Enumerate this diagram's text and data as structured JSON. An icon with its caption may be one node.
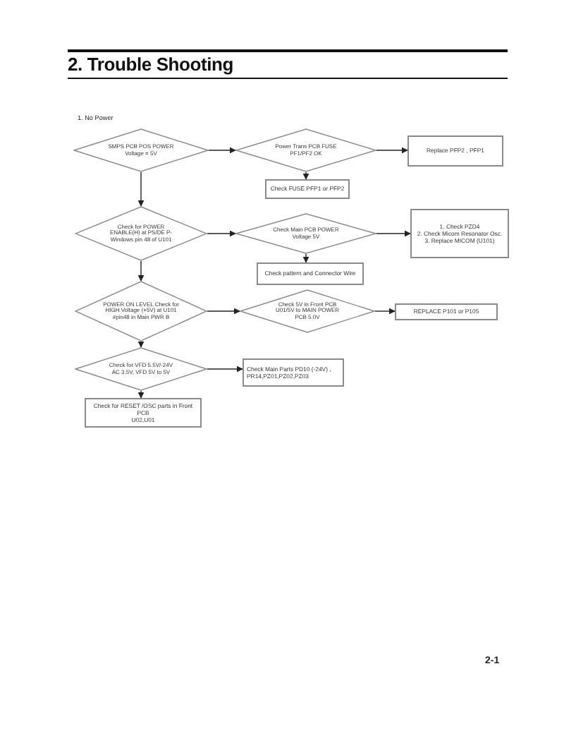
{
  "diagram": {
    "title": "2. Trouble Shooting",
    "nodes": [
      {
        "text": [
          "SMPS PCB POS POWER Voltage = 5V"
        ]
      },
      {
        "text": [
          "Power Trans PCB FUSE PF1/PF2 OK"
        ]
      },
      {
        "text": [
          "Replace PFP2 , PFP1"
        ]
      },
      {
        "text": [
          "Check FUSE PFP1 or PFP2"
        ]
      },
      {
        "text": [
          "Check for POWER ENABLE(H) at PS/DE P-Windows pin 48 of U101"
        ]
      },
      {
        "text": [
          "Check Main PCB POWER Voltage 5V"
        ]
      },
      {
        "text": [
          "1. Check PZD4",
          "2. Check Micom Resonator Osc.",
          "3. Replace MICOM (U101)"
        ]
      },
      {
        "text": [
          "Check pattern and Connector Wire"
        ]
      },
      {
        "text": [
          "POWER ON LEVEL Check for HIGH Voltage (+5V) at U101 #pin48 in Main PWR B"
        ]
      },
      {
        "text": [
          "Check 5V in Front PCB U01/5V to MAIN POWER PCB 5.0V"
        ]
      },
      {
        "text": [
          "REPLACE P101 or P105"
        ]
      },
      {
        "text": [
          "Check for VFD 5.5V/-24V AC 3.5V, VFD 5V to 5V"
        ]
      },
      {
        "text": [
          "Check Main Parts PD10 (-24V) , PR14,PZ01,PZ02,PZ03"
        ]
      },
      {
        "text": [
          "Check for RESET /OSC parts in Front PCB",
          "U02,U01"
        ]
      }
    ],
    "edges": [
      {
        "from": 0,
        "to": 1,
        "arrow": "to"
      },
      {
        "from": 1,
        "to": 2,
        "arrow": "to"
      },
      {
        "from": 1,
        "to": 3,
        "arrow": "to"
      },
      {
        "from": 0,
        "to": 4,
        "arrow": "to"
      },
      {
        "from": 4,
        "to": 5,
        "arrow": "to"
      },
      {
        "from": 5,
        "to": 6,
        "arrow": "to"
      },
      {
        "from": 5,
        "to": 7,
        "arrow": "to"
      },
      {
        "from": 4,
        "to": 8,
        "arrow": "to"
      },
      {
        "from": 8,
        "to": 9,
        "arrow": "to"
      },
      {
        "from": 9,
        "to": 10,
        "arrow": "to"
      },
      {
        "from": 8,
        "to": 11,
        "arrow": "to"
      },
      {
        "from": 11,
        "to": 12,
        "arrow": "to"
      },
      {
        "from": 11,
        "to": 13,
        "arrow": "to"
      }
    ],
    "labels": [
      "1. No Power",
      "2-1"
    ]
  }
}
